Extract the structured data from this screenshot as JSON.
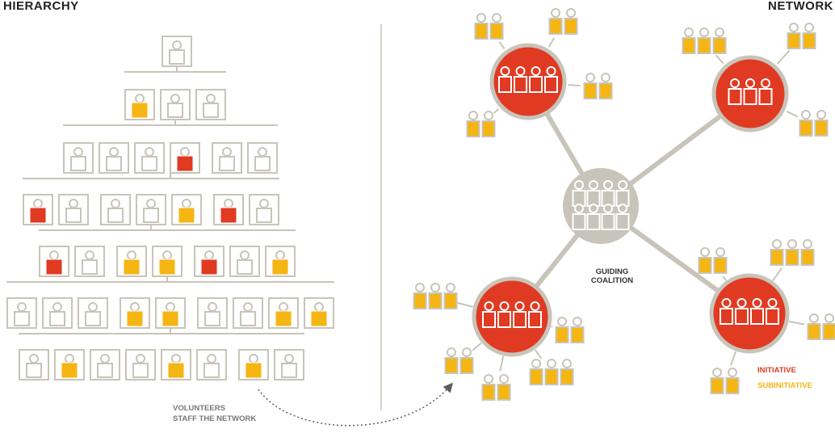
{
  "headers": {
    "hierarchy": "HIERARCHY",
    "network": "NETWORK"
  },
  "labels": {
    "coalition_line1": "GUIDING",
    "coalition_line2": "COALITION",
    "volunteers_line1": "VOLUNTEERS",
    "volunteers_line2": "STAFF THE NETWORK"
  },
  "legend": {
    "initiative": "INITIATIVE",
    "subinitiative": "SUBINITIATIVE"
  },
  "colors": {
    "gray": "#c8c4b9",
    "red": "#e03a22",
    "yellow": "#f5b512",
    "dark": "#5c5c5c"
  },
  "hierarchy_rows": [
    "n",
    "y n n",
    "n n n r | n n",
    "r n | n n y | r n",
    "r n | y y | r n y",
    "n n n | y y | n n y y",
    "n y n n y n | y n"
  ],
  "network": {
    "initiatives": [
      {
        "id": "initiative-top-left",
        "people": 4
      },
      {
        "id": "initiative-top-right",
        "people": 3
      },
      {
        "id": "initiative-bottom-left",
        "people": 4
      },
      {
        "id": "initiative-bottom-right",
        "people": 4
      }
    ],
    "coalition_people": 8
  }
}
